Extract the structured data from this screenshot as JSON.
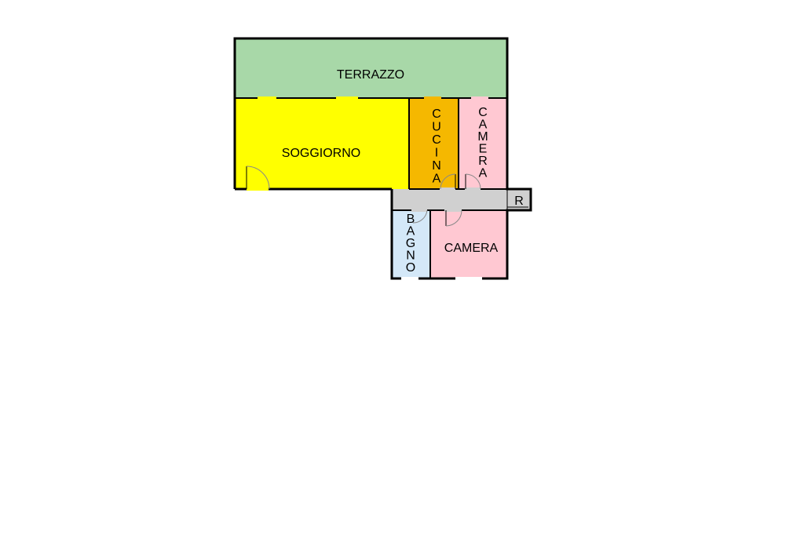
{
  "colors": {
    "terrazzo": "#a8d8a8",
    "soggiorno": "#ffff00",
    "cucina": "#f5b800",
    "camera": "#ffc8d2",
    "bagno": "#d4e8f8",
    "corridoio": "#d0d0d0",
    "wall": "#000000",
    "background": "#ffffff"
  },
  "rooms": {
    "terrazzo": "TERRAZZO",
    "soggiorno": "SOGGIORNO",
    "cucina": "CUCINA",
    "camera_top": "CAMERA",
    "camera_bottom": "CAMERA",
    "bagno": "BAGNO",
    "ripostiglio": "R"
  }
}
